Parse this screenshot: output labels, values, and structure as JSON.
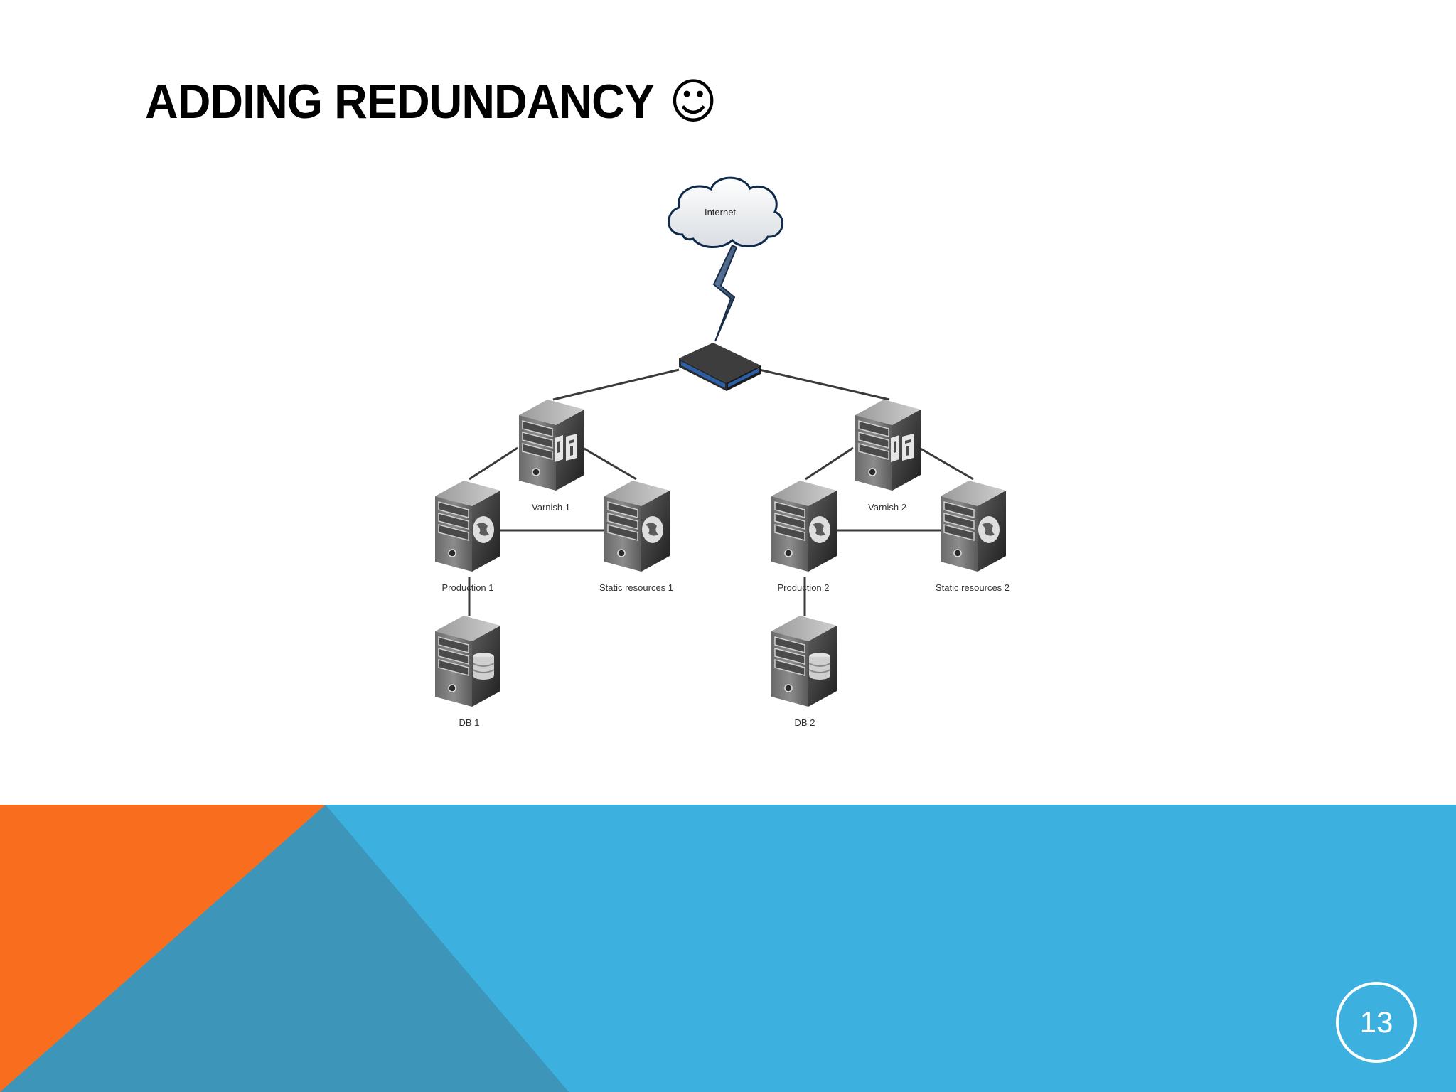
{
  "slide": {
    "title": "ADDING REDUNDANCY",
    "title_emoji": "☺",
    "page_number": "13"
  },
  "diagram": {
    "cloud": {
      "label": "Internet"
    },
    "switch": {
      "name": "switch"
    },
    "servers": [
      {
        "id": "varnish1",
        "label": "Varnish 1",
        "role": "cache"
      },
      {
        "id": "prod1",
        "label": "Production 1",
        "role": "web"
      },
      {
        "id": "static1",
        "label": "Static resources 1",
        "role": "web"
      },
      {
        "id": "db1",
        "label": "DB 1",
        "role": "database"
      },
      {
        "id": "varnish2",
        "label": "Varnish 2",
        "role": "cache"
      },
      {
        "id": "prod2",
        "label": "Production 2",
        "role": "web"
      },
      {
        "id": "static2",
        "label": "Static resources 2",
        "role": "web"
      },
      {
        "id": "db2",
        "label": "DB 2",
        "role": "database"
      }
    ]
  },
  "colors": {
    "orange": "#f96d1f",
    "blue": "#3cb1df",
    "teal": "#3d96b9",
    "server_dark": "#3a3a3a",
    "switch_blue": "#2b5fa8"
  }
}
